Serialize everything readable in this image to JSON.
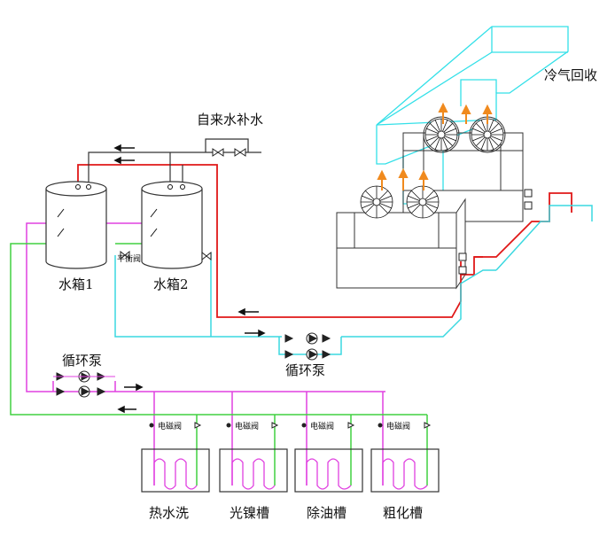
{
  "labels": {
    "cold_recovery": "冷气回收",
    "city_water_makeup": "自来水补水",
    "tank1": "水箱1",
    "tank2": "水箱2",
    "balance_valve": "平衡阀",
    "pump_left": "循环泵",
    "pump_right": "循环泵",
    "solenoid_1": "电磁阀",
    "solenoid_2": "电磁阀",
    "solenoid_3": "电磁阀",
    "solenoid_4": "电磁阀",
    "bath_1": "热水洗",
    "bath_2": "光镍槽",
    "bath_3": "除油槽",
    "bath_4": "粗化槽"
  },
  "colors": {
    "hot_supply": "#e01818",
    "cold_return": "#3ad8e0",
    "magenta_loop": "#e040e0",
    "green_loop": "#40d040",
    "outline": "#333333",
    "duct": "#33e0e8",
    "flame": "#f08a1e"
  }
}
